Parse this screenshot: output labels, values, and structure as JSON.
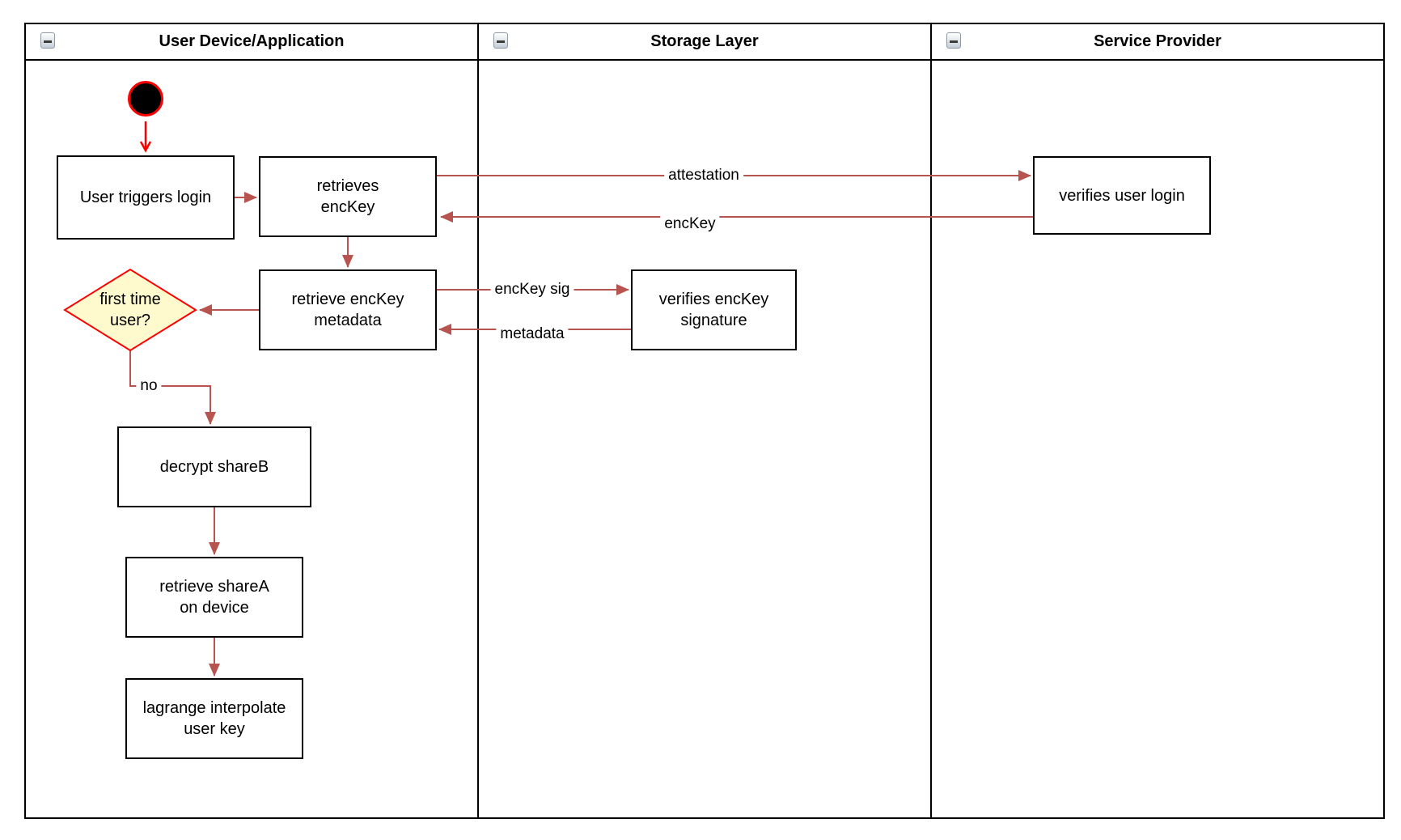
{
  "lanes": [
    {
      "title": "User Device/Application"
    },
    {
      "title": "Storage Layer"
    },
    {
      "title": "Service Provider"
    }
  ],
  "nodes": {
    "user_triggers_login": "User triggers login",
    "retrieves_enckey": "retrieves\nencKey",
    "retrieve_enckey_metadata": "retrieve encKey\nmetadata",
    "first_time_user": "first time\nuser?",
    "decrypt_shareb": "decrypt shareB",
    "retrieve_sharea": "retrieve shareA\non device",
    "lagrange_interpolate": "lagrange interpolate\nuser key",
    "verifies_enckey_signature": "verifies encKey\nsignature",
    "verifies_user_login": "verifies user login"
  },
  "edge_labels": {
    "attestation": "attestation",
    "enckey": "encKey",
    "enckey_sig": "encKey sig",
    "metadata": "metadata",
    "no": "no"
  },
  "icons": {
    "collapse": "minus-square"
  },
  "colors": {
    "connector": "#B85450",
    "accent_red": "#FF0000",
    "decision_fill": "#FFFACD",
    "shape_border": "#000000",
    "lane_border": "#000000"
  }
}
